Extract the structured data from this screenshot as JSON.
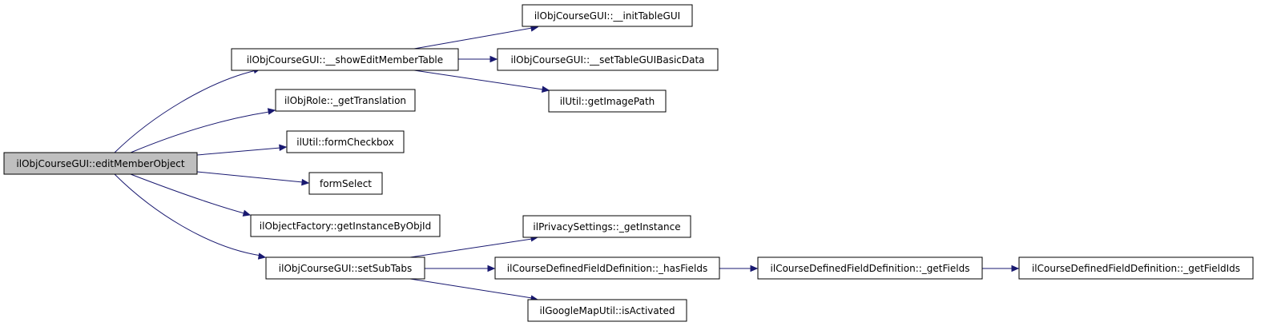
{
  "nodes": {
    "edit_member_object": "ilObjCourseGUI::editMemberObject",
    "show_edit_member_table": "ilObjCourseGUI::__showEditMemberTable",
    "get_translation": "ilObjRole::_getTranslation",
    "form_checkbox": "ilUtil::formCheckbox",
    "form_select": "formSelect",
    "get_instance_by_obj_id": "ilObjectFactory::getInstanceByObjId",
    "set_sub_tabs": "ilObjCourseGUI::setSubTabs",
    "init_table_gui": "ilObjCourseGUI::__initTableGUI",
    "set_table_gui_basic_data": "ilObjCourseGUI::__setTableGUIBasicData",
    "get_image_path": "ilUtil::getImagePath",
    "privacy_get_instance": "ilPrivacySettings::_getInstance",
    "has_fields": "ilCourseDefinedFieldDefinition::_hasFields",
    "is_activated": "ilGoogleMapUtil::isActivated",
    "get_fields": "ilCourseDefinedFieldDefinition::_getFields",
    "get_field_ids": "ilCourseDefinedFieldDefinition::_getFieldIds"
  },
  "edges": [
    [
      "edit_member_object",
      "show_edit_member_table"
    ],
    [
      "edit_member_object",
      "get_translation"
    ],
    [
      "edit_member_object",
      "form_checkbox"
    ],
    [
      "edit_member_object",
      "form_select"
    ],
    [
      "edit_member_object",
      "get_instance_by_obj_id"
    ],
    [
      "edit_member_object",
      "set_sub_tabs"
    ],
    [
      "show_edit_member_table",
      "init_table_gui"
    ],
    [
      "show_edit_member_table",
      "set_table_gui_basic_data"
    ],
    [
      "show_edit_member_table",
      "get_image_path"
    ],
    [
      "set_sub_tabs",
      "privacy_get_instance"
    ],
    [
      "set_sub_tabs",
      "has_fields"
    ],
    [
      "set_sub_tabs",
      "is_activated"
    ],
    [
      "has_fields",
      "get_fields"
    ],
    [
      "get_fields",
      "get_field_ids"
    ]
  ],
  "highlighted_node": "edit_member_object",
  "colors": {
    "edge": "#191970",
    "highlighted_fill": "#bfbfbf",
    "node_border": "#000000"
  }
}
